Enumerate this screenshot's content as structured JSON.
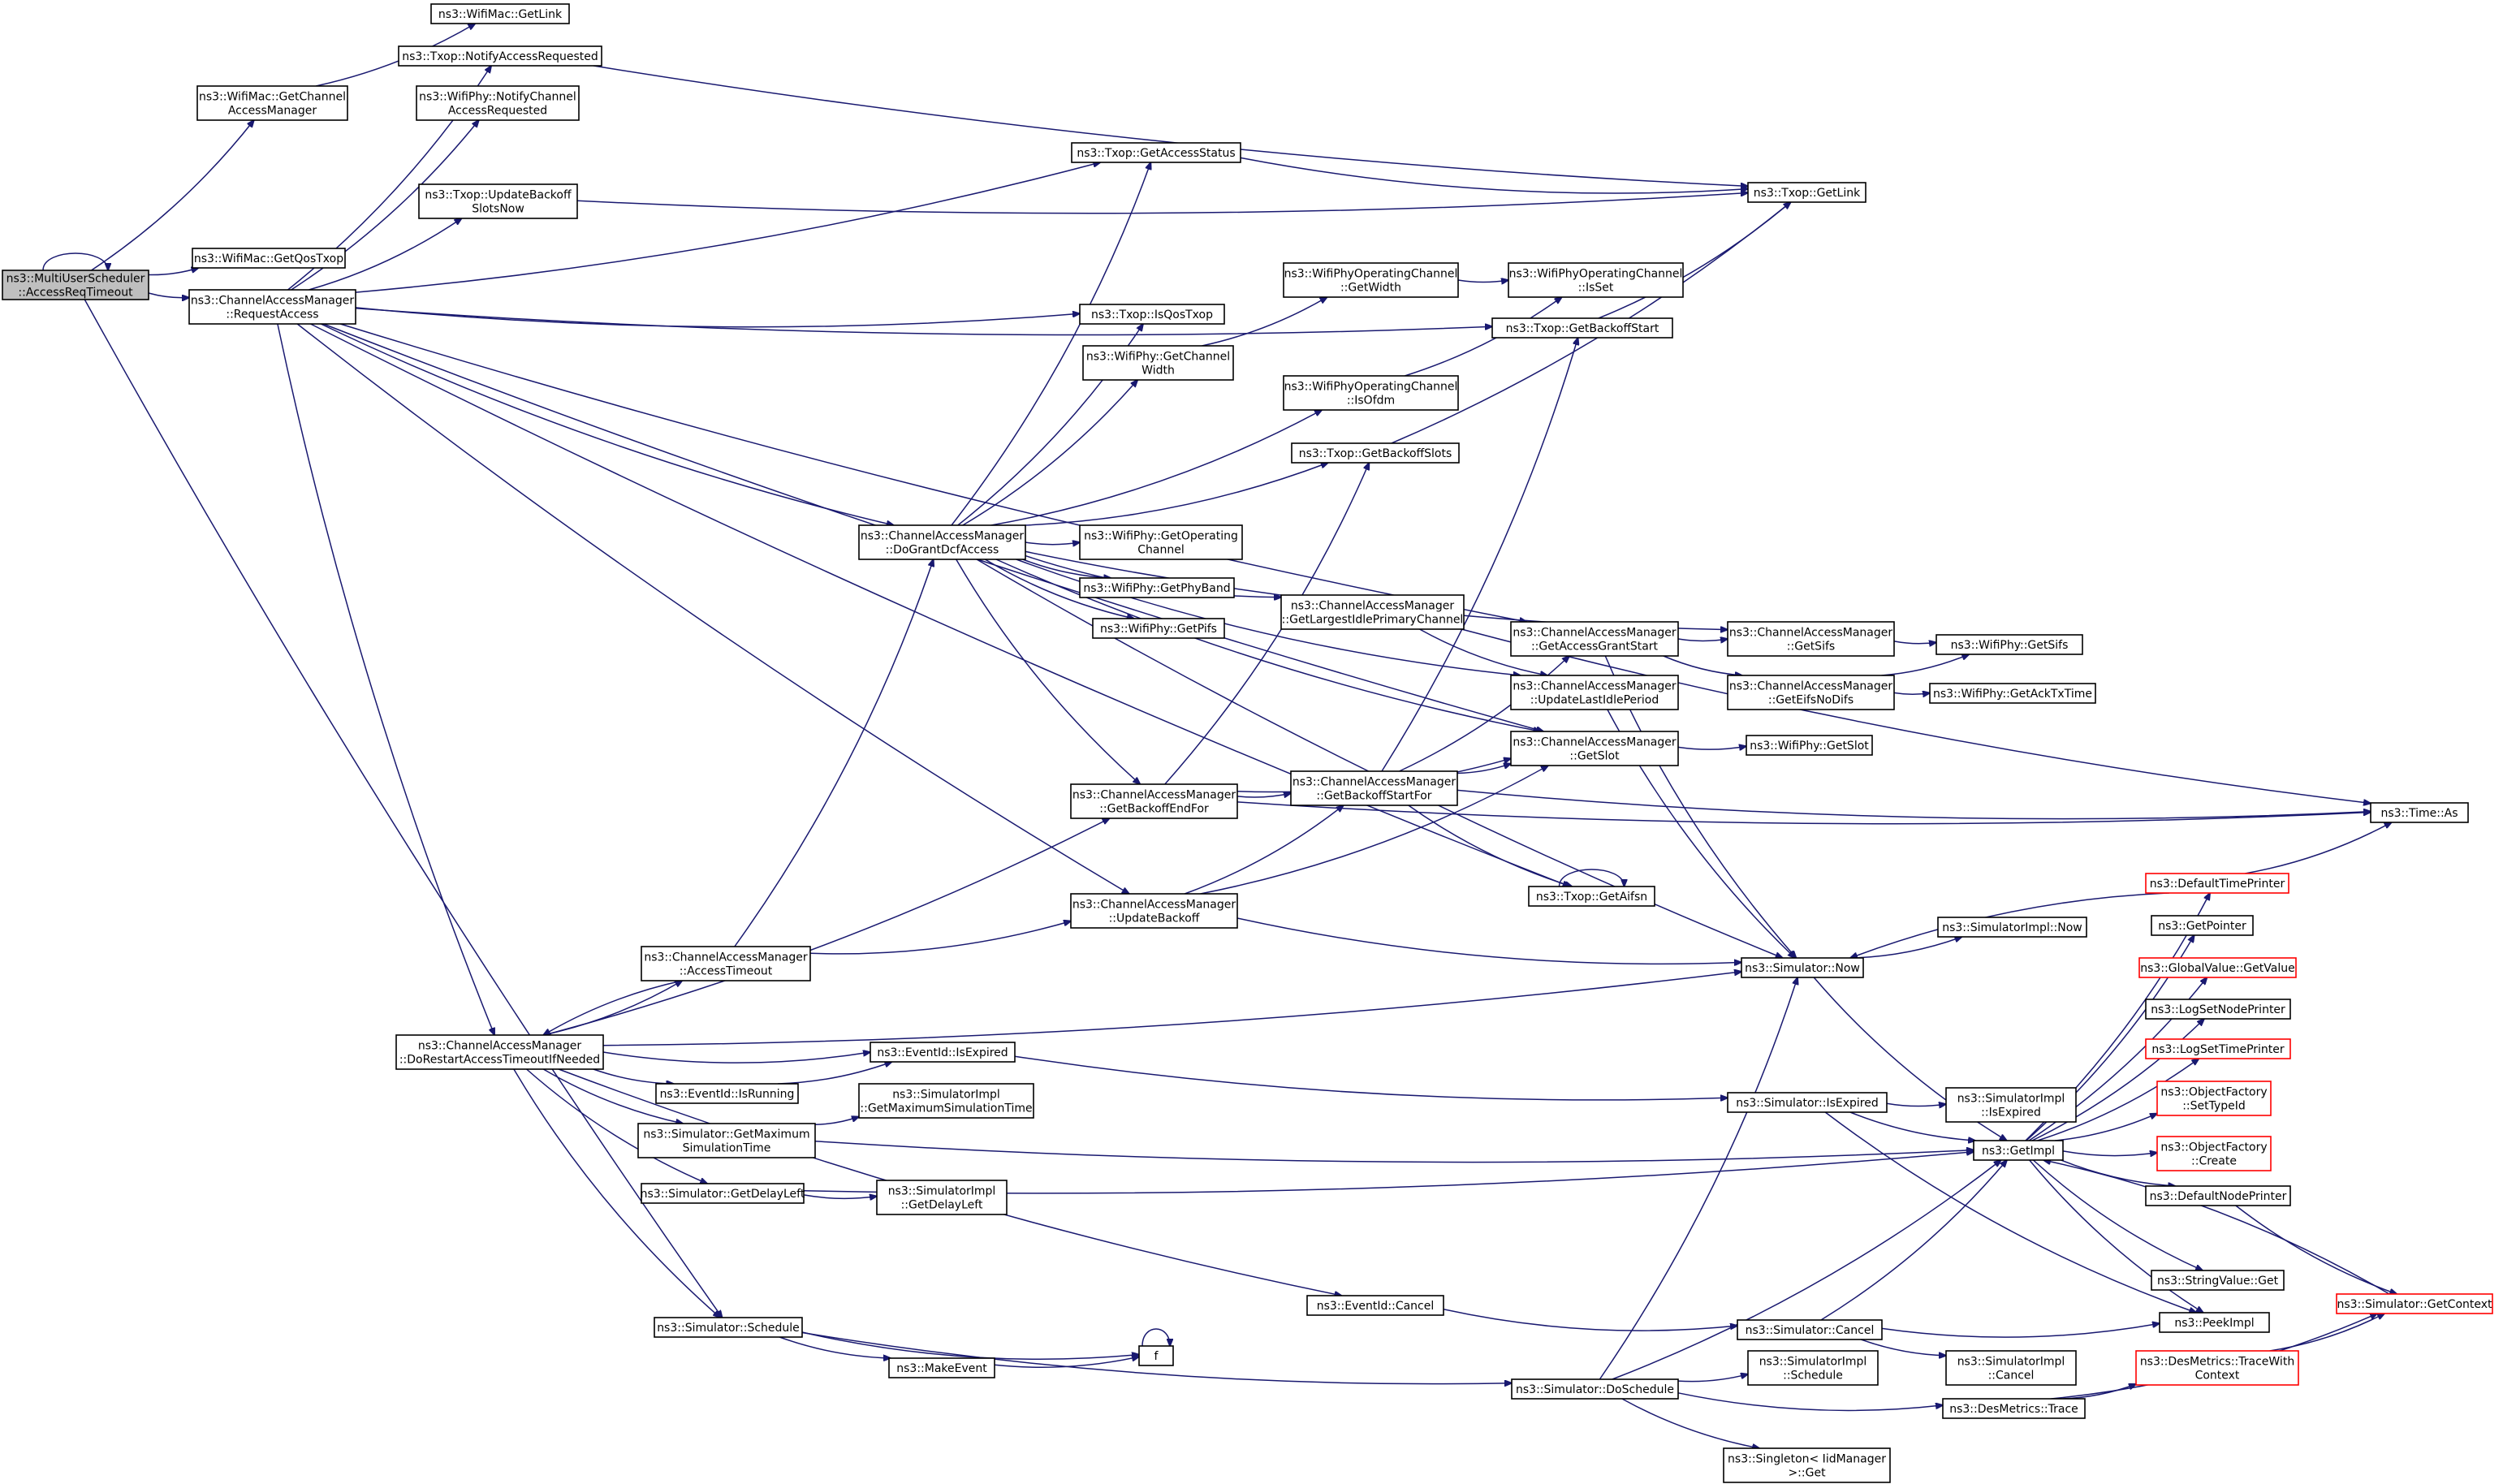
{
  "diagram": {
    "nodes": [
      {
        "id": "root",
        "lines": [
          "ns3::MultiUserScheduler",
          "::AccessReqTimeout"
        ],
        "style": "root"
      },
      {
        "id": "wm_getlink",
        "lines": [
          "ns3::WifiMac::GetLink"
        ],
        "style": "normal"
      },
      {
        "id": "wm_getcam",
        "lines": [
          "ns3::WifiMac::GetChannel",
          "AccessManager"
        ],
        "style": "normal"
      },
      {
        "id": "wm_getqos",
        "lines": [
          "ns3::WifiMac::GetQosTxop"
        ],
        "style": "normal"
      },
      {
        "id": "cam_req",
        "lines": [
          "ns3::ChannelAccessManager",
          "::RequestAccess"
        ],
        "style": "normal"
      },
      {
        "id": "tx_notify",
        "lines": [
          "ns3::Txop::NotifyAccessRequested"
        ],
        "style": "normal"
      },
      {
        "id": "wp_notify",
        "lines": [
          "ns3::WifiPhy::NotifyChannel",
          "AccessRequested"
        ],
        "style": "normal"
      },
      {
        "id": "tx_upd",
        "lines": [
          "ns3::Txop::UpdateBackoff",
          "SlotsNow"
        ],
        "style": "normal"
      },
      {
        "id": "tx_status",
        "lines": [
          "ns3::Txop::GetAccessStatus"
        ],
        "style": "normal"
      },
      {
        "id": "tx_getlink",
        "lines": [
          "ns3::Txop::GetLink"
        ],
        "style": "normal"
      },
      {
        "id": "wpoc_width",
        "lines": [
          "ns3::WifiPhyOperatingChannel",
          "::GetWidth"
        ],
        "style": "normal"
      },
      {
        "id": "wpoc_isset",
        "lines": [
          "ns3::WifiPhyOperatingChannel",
          "::IsSet"
        ],
        "style": "normal"
      },
      {
        "id": "tx_isqos",
        "lines": [
          "ns3::Txop::IsQosTxop"
        ],
        "style": "normal"
      },
      {
        "id": "tx_bstart",
        "lines": [
          "ns3::Txop::GetBackoffStart"
        ],
        "style": "normal"
      },
      {
        "id": "wp_chwidth",
        "lines": [
          "ns3::WifiPhy::GetChannel",
          "Width"
        ],
        "style": "normal"
      },
      {
        "id": "wpoc_isofdm",
        "lines": [
          "ns3::WifiPhyOperatingChannel",
          "::IsOfdm"
        ],
        "style": "normal"
      },
      {
        "id": "tx_bslots",
        "lines": [
          "ns3::Txop::GetBackoffSlots"
        ],
        "style": "normal"
      },
      {
        "id": "cam_grant",
        "lines": [
          "ns3::ChannelAccessManager",
          "::DoGrantDcfAccess"
        ],
        "style": "normal"
      },
      {
        "id": "wp_opch",
        "lines": [
          "ns3::WifiPhy::GetOperating",
          "Channel"
        ],
        "style": "normal"
      },
      {
        "id": "wp_band",
        "lines": [
          "ns3::WifiPhy::GetPhyBand"
        ],
        "style": "normal"
      },
      {
        "id": "wp_pifs",
        "lines": [
          "ns3::WifiPhy::GetPifs"
        ],
        "style": "normal"
      },
      {
        "id": "cam_largest",
        "lines": [
          "ns3::ChannelAccessManager",
          "::GetLargestIdlePrimaryChannel"
        ],
        "style": "normal"
      },
      {
        "id": "cam_ags",
        "lines": [
          "ns3::ChannelAccessManager",
          "::GetAccessGrantStart"
        ],
        "style": "normal"
      },
      {
        "id": "cam_sifs",
        "lines": [
          "ns3::ChannelAccessManager",
          "::GetSifs"
        ],
        "style": "normal"
      },
      {
        "id": "wp_sifs",
        "lines": [
          "ns3::WifiPhy::GetSifs"
        ],
        "style": "normal"
      },
      {
        "id": "cam_uli",
        "lines": [
          "ns3::ChannelAccessManager",
          "::UpdateLastIdlePeriod"
        ],
        "style": "normal"
      },
      {
        "id": "cam_eifs",
        "lines": [
          "ns3::ChannelAccessManager",
          "::GetEifsNoDifs"
        ],
        "style": "normal"
      },
      {
        "id": "wp_ack",
        "lines": [
          "ns3::WifiPhy::GetAckTxTime"
        ],
        "style": "normal"
      },
      {
        "id": "cam_slot",
        "lines": [
          "ns3::ChannelAccessManager",
          "::GetSlot"
        ],
        "style": "normal"
      },
      {
        "id": "wp_slot",
        "lines": [
          "ns3::WifiPhy::GetSlot"
        ],
        "style": "normal"
      },
      {
        "id": "cam_bend",
        "lines": [
          "ns3::ChannelAccessManager",
          "::GetBackoffEndFor"
        ],
        "style": "normal"
      },
      {
        "id": "cam_bsf",
        "lines": [
          "ns3::ChannelAccessManager",
          "::GetBackoffStartFor"
        ],
        "style": "normal"
      },
      {
        "id": "time_as",
        "lines": [
          "ns3::Time::As"
        ],
        "style": "normal"
      },
      {
        "id": "def_tp",
        "lines": [
          "ns3::DefaultTimePrinter"
        ],
        "style": "red"
      },
      {
        "id": "tx_aifsn",
        "lines": [
          "ns3::Txop::GetAifsn"
        ],
        "style": "normal"
      },
      {
        "id": "cam_updb",
        "lines": [
          "ns3::ChannelAccessManager",
          "::UpdateBackoff"
        ],
        "style": "normal"
      },
      {
        "id": "simimpl_now",
        "lines": [
          "ns3::SimulatorImpl::Now"
        ],
        "style": "normal"
      },
      {
        "id": "getpointer",
        "lines": [
          "ns3::GetPointer"
        ],
        "style": "normal"
      },
      {
        "id": "cam_acct",
        "lines": [
          "ns3::ChannelAccessManager",
          "::AccessTimeout"
        ],
        "style": "normal"
      },
      {
        "id": "sim_now",
        "lines": [
          "ns3::Simulator::Now"
        ],
        "style": "normal"
      },
      {
        "id": "gv_getvalue",
        "lines": [
          "ns3::GlobalValue::GetValue"
        ],
        "style": "red"
      },
      {
        "id": "cam_dorestart",
        "lines": [
          "ns3::ChannelAccessManager",
          "::DoRestartAccessTimeoutIfNeeded"
        ],
        "style": "normal"
      },
      {
        "id": "ev_expired",
        "lines": [
          "ns3::EventId::IsExpired"
        ],
        "style": "normal"
      },
      {
        "id": "log_node",
        "lines": [
          "ns3::LogSetNodePrinter"
        ],
        "style": "normal"
      },
      {
        "id": "log_time",
        "lines": [
          "ns3::LogSetTimePrinter"
        ],
        "style": "red"
      },
      {
        "id": "ev_running",
        "lines": [
          "ns3::EventId::IsRunning"
        ],
        "style": "normal"
      },
      {
        "id": "simimpl_maxst",
        "lines": [
          "ns3::SimulatorImpl",
          "::GetMaximumSimulationTime"
        ],
        "style": "normal"
      },
      {
        "id": "sim_isexp",
        "lines": [
          "ns3::Simulator::IsExpired"
        ],
        "style": "normal"
      },
      {
        "id": "simimpl_isexp",
        "lines": [
          "ns3::SimulatorImpl",
          "::IsExpired"
        ],
        "style": "normal"
      },
      {
        "id": "of_settype",
        "lines": [
          "ns3::ObjectFactory",
          "::SetTypeId"
        ],
        "style": "red"
      },
      {
        "id": "sim_maxst",
        "lines": [
          "ns3::Simulator::GetMaximum",
          "SimulationTime"
        ],
        "style": "normal"
      },
      {
        "id": "getimpl",
        "lines": [
          "ns3::GetImpl"
        ],
        "style": "normal"
      },
      {
        "id": "of_create",
        "lines": [
          "ns3::ObjectFactory",
          "::Create"
        ],
        "style": "red"
      },
      {
        "id": "sim_delayleft",
        "lines": [
          "ns3::Simulator::GetDelayLeft"
        ],
        "style": "normal"
      },
      {
        "id": "simimpl_delayleft",
        "lines": [
          "ns3::SimulatorImpl",
          "::GetDelayLeft"
        ],
        "style": "normal"
      },
      {
        "id": "def_np",
        "lines": [
          "ns3::DefaultNodePrinter"
        ],
        "style": "normal"
      },
      {
        "id": "sv_get",
        "lines": [
          "ns3::StringValue::Get"
        ],
        "style": "normal"
      },
      {
        "id": "ev_cancel",
        "lines": [
          "ns3::EventId::Cancel"
        ],
        "style": "normal"
      },
      {
        "id": "sim_getctx",
        "lines": [
          "ns3::Simulator::GetContext"
        ],
        "style": "red"
      },
      {
        "id": "sim_sched",
        "lines": [
          "ns3::Simulator::Schedule"
        ],
        "style": "normal"
      },
      {
        "id": "sim_cancel",
        "lines": [
          "ns3::Simulator::Cancel"
        ],
        "style": "normal"
      },
      {
        "id": "peekimpl",
        "lines": [
          "ns3::PeekImpl"
        ],
        "style": "normal"
      },
      {
        "id": "f",
        "lines": [
          "f"
        ],
        "style": "normal"
      },
      {
        "id": "makeevent",
        "lines": [
          "ns3::MakeEvent"
        ],
        "style": "normal"
      },
      {
        "id": "simimpl_cancel",
        "lines": [
          "ns3::SimulatorImpl",
          "::Cancel"
        ],
        "style": "normal"
      },
      {
        "id": "desm_tw",
        "lines": [
          "ns3::DesMetrics::TraceWith",
          "Context"
        ],
        "style": "red"
      },
      {
        "id": "simimpl_sched",
        "lines": [
          "ns3::SimulatorImpl",
          "::Schedule"
        ],
        "style": "normal"
      },
      {
        "id": "sim_dosched",
        "lines": [
          "ns3::Simulator::DoSchedule"
        ],
        "style": "normal"
      },
      {
        "id": "desm_trace",
        "lines": [
          "ns3::DesMetrics::Trace"
        ],
        "style": "normal"
      },
      {
        "id": "singleton",
        "lines": [
          "ns3::Singleton< IidManager",
          ">::Get"
        ],
        "style": "normal"
      }
    ],
    "edges": [
      [
        "root",
        "root"
      ],
      [
        "root",
        "wm_getcam"
      ],
      [
        "root",
        "wm_getqos"
      ],
      [
        "root",
        "cam_req"
      ],
      [
        "root",
        "sim_sched"
      ],
      [
        "wm_getcam",
        "wm_getlink"
      ],
      [
        "cam_req",
        "tx_notify"
      ],
      [
        "cam_req",
        "wp_notify"
      ],
      [
        "cam_req",
        "tx_upd"
      ],
      [
        "cam_req",
        "tx_status"
      ],
      [
        "cam_req",
        "tx_isqos"
      ],
      [
        "cam_req",
        "tx_bstart"
      ],
      [
        "cam_req",
        "cam_grant"
      ],
      [
        "cam_req",
        "cam_ags"
      ],
      [
        "cam_req",
        "cam_slot"
      ],
      [
        "cam_req",
        "cam_dorestart"
      ],
      [
        "cam_req",
        "cam_updb"
      ],
      [
        "cam_req",
        "tx_aifsn"
      ],
      [
        "tx_notify",
        "tx_getlink"
      ],
      [
        "tx_upd",
        "tx_getlink"
      ],
      [
        "tx_status",
        "tx_getlink"
      ],
      [
        "tx_bstart",
        "tx_getlink"
      ],
      [
        "tx_bslots",
        "tx_getlink"
      ],
      [
        "wpoc_width",
        "wpoc_isset"
      ],
      [
        "wpoc_isofdm",
        "wpoc_isset"
      ],
      [
        "wp_chwidth",
        "wpoc_width"
      ],
      [
        "cam_grant",
        "tx_status"
      ],
      [
        "cam_grant",
        "tx_isqos"
      ],
      [
        "cam_grant",
        "wp_chwidth"
      ],
      [
        "cam_grant",
        "wpoc_isofdm"
      ],
      [
        "cam_grant",
        "tx_bslots"
      ],
      [
        "cam_grant",
        "wp_opch"
      ],
      [
        "cam_grant",
        "wp_band"
      ],
      [
        "cam_grant",
        "wp_pifs"
      ],
      [
        "cam_grant",
        "cam_largest"
      ],
      [
        "cam_grant",
        "cam_sifs"
      ],
      [
        "cam_grant",
        "cam_slot"
      ],
      [
        "cam_grant",
        "cam_uli"
      ],
      [
        "cam_grant",
        "cam_bend"
      ],
      [
        "cam_grant",
        "sim_now"
      ],
      [
        "cam_largest",
        "time_as"
      ],
      [
        "cam_largest",
        "cam_uli"
      ],
      [
        "cam_ags",
        "cam_sifs"
      ],
      [
        "cam_ags",
        "cam_eifs"
      ],
      [
        "cam_ags",
        "sim_now"
      ],
      [
        "cam_sifs",
        "wp_sifs"
      ],
      [
        "cam_eifs",
        "wp_sifs"
      ],
      [
        "cam_eifs",
        "wp_ack"
      ],
      [
        "cam_uli",
        "sim_now"
      ],
      [
        "cam_slot",
        "wp_slot"
      ],
      [
        "cam_bend",
        "cam_slot"
      ],
      [
        "cam_bend",
        "cam_bsf"
      ],
      [
        "cam_bend",
        "tx_bslots"
      ],
      [
        "cam_bend",
        "time_as"
      ],
      [
        "cam_bsf",
        "cam_slot"
      ],
      [
        "cam_bsf",
        "cam_ags"
      ],
      [
        "cam_bsf",
        "tx_bstart"
      ],
      [
        "cam_bsf",
        "tx_aifsn"
      ],
      [
        "cam_bsf",
        "time_as"
      ],
      [
        "tx_aifsn",
        "tx_aifsn"
      ],
      [
        "cam_updb",
        "cam_bsf"
      ],
      [
        "cam_updb",
        "cam_slot"
      ],
      [
        "cam_updb",
        "sim_now"
      ],
      [
        "cam_acct",
        "cam_grant"
      ],
      [
        "cam_acct",
        "cam_updb"
      ],
      [
        "cam_acct",
        "cam_dorestart"
      ],
      [
        "cam_dorestart",
        "cam_bend"
      ],
      [
        "cam_dorestart",
        "cam_acct"
      ],
      [
        "cam_dorestart",
        "sim_now"
      ],
      [
        "cam_dorestart",
        "ev_expired"
      ],
      [
        "cam_dorestart",
        "ev_running"
      ],
      [
        "cam_dorestart",
        "sim_maxst"
      ],
      [
        "cam_dorestart",
        "sim_delayleft"
      ],
      [
        "cam_dorestart",
        "ev_cancel"
      ],
      [
        "cam_dorestart",
        "sim_sched"
      ],
      [
        "ev_running",
        "ev_expired"
      ],
      [
        "ev_expired",
        "sim_isexp"
      ],
      [
        "sim_maxst",
        "simimpl_maxst"
      ],
      [
        "sim_maxst",
        "getimpl"
      ],
      [
        "sim_delayleft",
        "simimpl_delayleft"
      ],
      [
        "sim_delayleft",
        "getimpl"
      ],
      [
        "ev_cancel",
        "sim_cancel"
      ],
      [
        "sim_isexp",
        "simimpl_isexp"
      ],
      [
        "sim_isexp",
        "getimpl"
      ],
      [
        "sim_isexp",
        "peekimpl"
      ],
      [
        "sim_now",
        "simimpl_now"
      ],
      [
        "sim_now",
        "getimpl"
      ],
      [
        "def_tp",
        "time_as"
      ],
      [
        "def_tp",
        "sim_now"
      ],
      [
        "getimpl",
        "def_tp"
      ],
      [
        "getimpl",
        "getpointer"
      ],
      [
        "getimpl",
        "gv_getvalue"
      ],
      [
        "getimpl",
        "log_node"
      ],
      [
        "getimpl",
        "log_time"
      ],
      [
        "getimpl",
        "of_settype"
      ],
      [
        "getimpl",
        "of_create"
      ],
      [
        "getimpl",
        "def_np"
      ],
      [
        "getimpl",
        "sv_get"
      ],
      [
        "getimpl",
        "peekimpl"
      ],
      [
        "def_np",
        "sim_getctx"
      ],
      [
        "sim_getctx",
        "getimpl"
      ],
      [
        "sim_cancel",
        "getimpl"
      ],
      [
        "sim_cancel",
        "peekimpl"
      ],
      [
        "sim_cancel",
        "simimpl_cancel"
      ],
      [
        "sim_sched",
        "f"
      ],
      [
        "sim_sched",
        "makeevent"
      ],
      [
        "sim_sched",
        "sim_dosched"
      ],
      [
        "makeevent",
        "f"
      ],
      [
        "f",
        "f"
      ],
      [
        "sim_dosched",
        "sim_now"
      ],
      [
        "sim_dosched",
        "getimpl"
      ],
      [
        "sim_dosched",
        "simimpl_sched"
      ],
      [
        "sim_dosched",
        "desm_trace"
      ],
      [
        "sim_dosched",
        "singleton"
      ],
      [
        "desm_trace",
        "desm_tw"
      ],
      [
        "desm_trace",
        "sim_getctx"
      ],
      [
        "desm_tw",
        "sim_getctx"
      ]
    ]
  }
}
